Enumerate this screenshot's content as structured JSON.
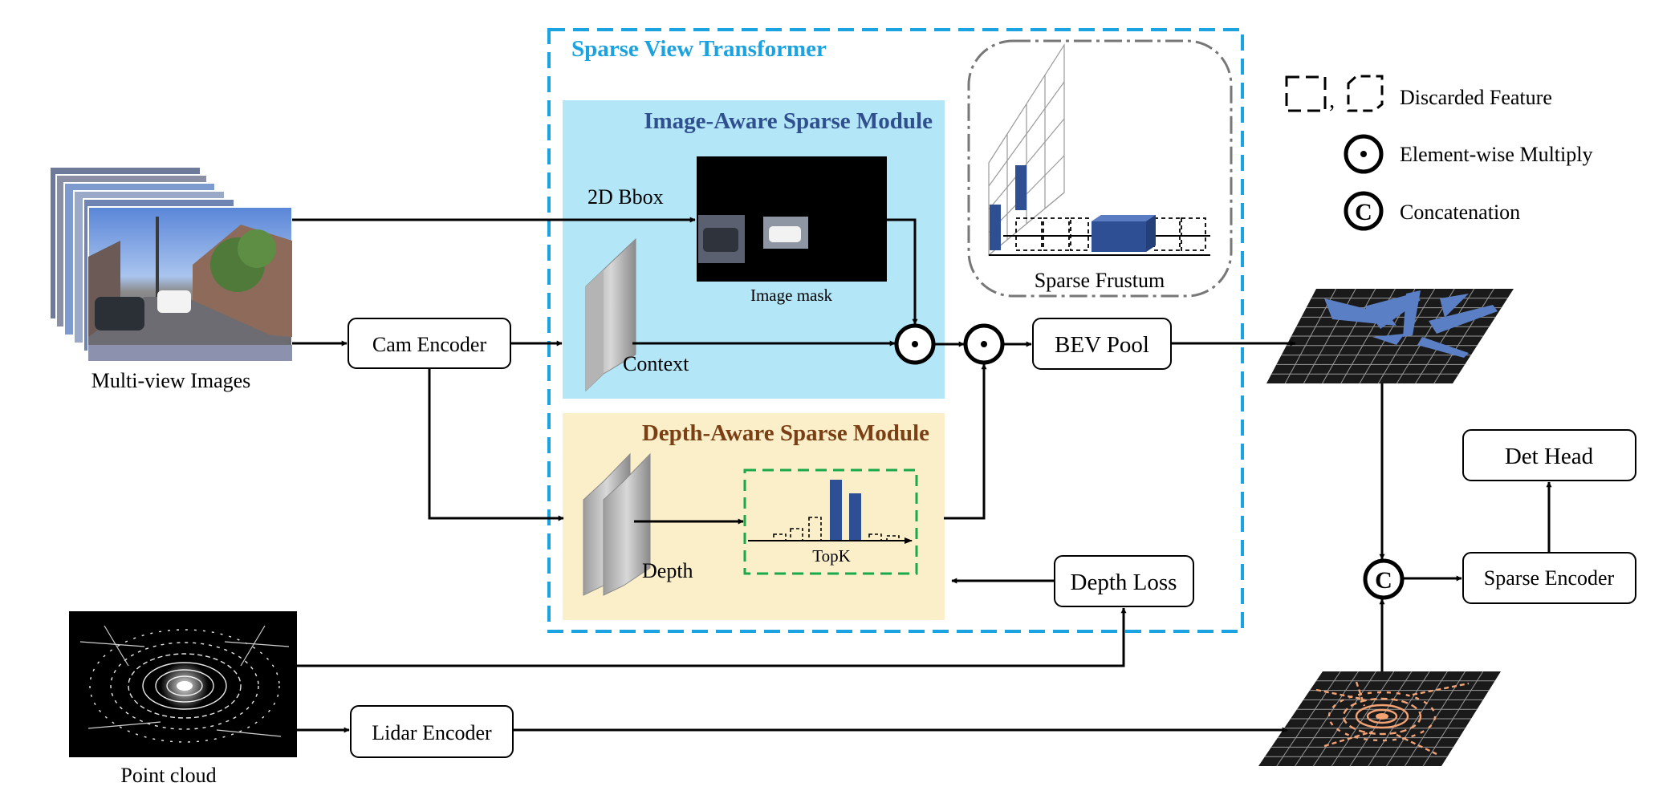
{
  "modules": {
    "sparse_view_transformer": "Sparse View Transformer",
    "image_aware": "Image-Aware Sparse Module",
    "depth_aware": "Depth-Aware Sparse Module"
  },
  "labels": {
    "multi_view_images": "Multi-view Images",
    "point_cloud": "Point cloud",
    "bbox_2d": "2D Bbox",
    "image_mask": "Image mask",
    "context": "Context",
    "depth": "Depth",
    "topk": "TopK",
    "sparse_frustum": "Sparse Frustum"
  },
  "blocks": {
    "cam_encoder": "Cam Encoder",
    "lidar_encoder": "Lidar Encoder",
    "bev_pool": "BEV Pool",
    "depth_loss": "Depth Loss",
    "det_head": "Det Head",
    "sparse_encoder": "Sparse Encoder"
  },
  "legend": {
    "discarded_sep": ",",
    "discarded": "Discarded Feature",
    "multiply": "Element-wise Multiply",
    "concat_symbol": "C",
    "concat": "Concatenation"
  },
  "colors": {
    "transformer_border": "#1aa3e0",
    "image_module_bg": "#b3e6f7",
    "depth_module_bg": "#fbefc9",
    "topk_border": "#19a94a",
    "feature_bar": "#2e4f93",
    "lidar_points": "#f2a273",
    "camera_bev_rays": "#5b7fc4"
  }
}
